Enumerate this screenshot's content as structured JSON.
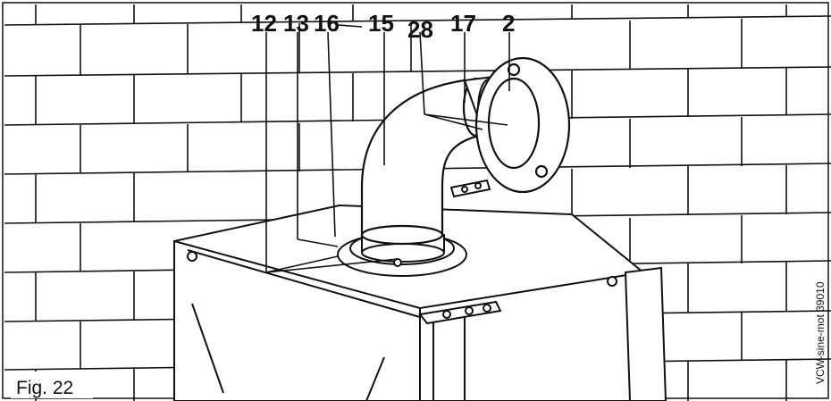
{
  "figure": {
    "caption": "Fig. 22",
    "code": "VCW-sine-mot 39010"
  },
  "callouts": [
    {
      "id": "12",
      "text": "12"
    },
    {
      "id": "13",
      "text": "13"
    },
    {
      "id": "16",
      "text": "16"
    },
    {
      "id": "15",
      "text": "15"
    },
    {
      "id": "28",
      "text": "28"
    },
    {
      "id": "17",
      "text": "17"
    },
    {
      "id": "2",
      "text": "2"
    }
  ],
  "colors": {
    "ink": "#111111",
    "paper": "#ffffff"
  }
}
